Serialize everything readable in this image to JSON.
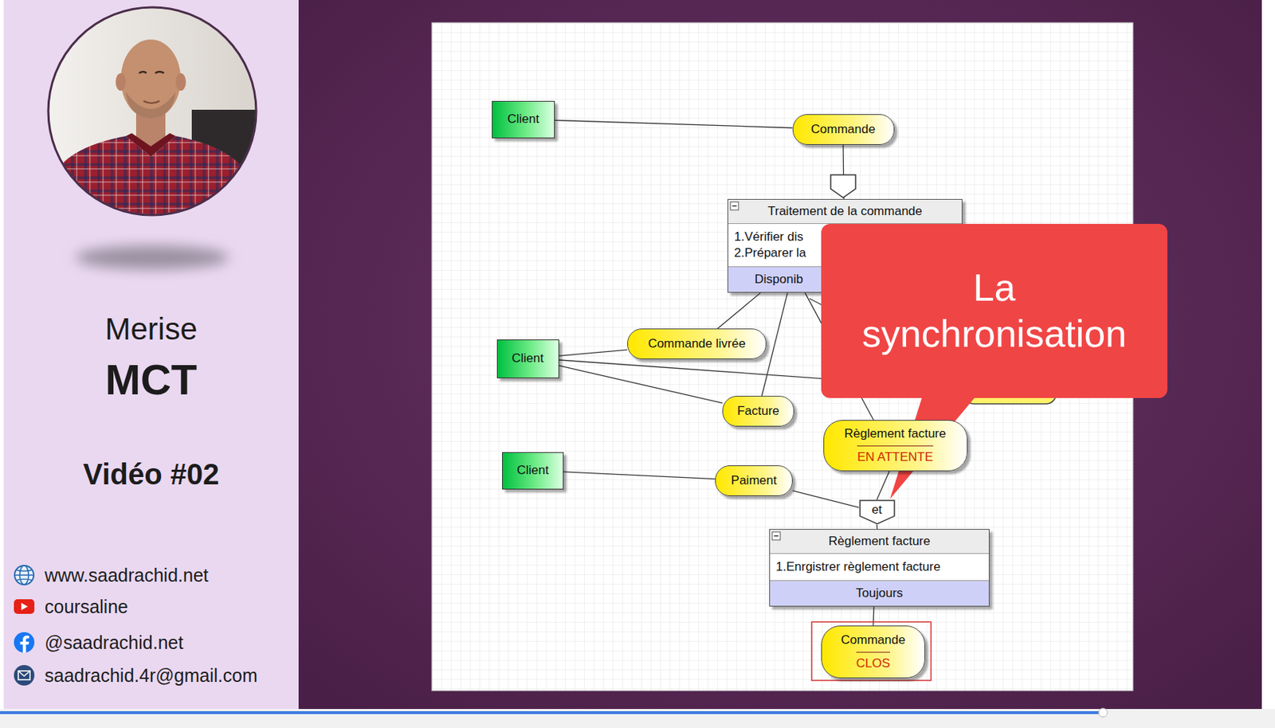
{
  "diagram": {
    "nodes": [
      {
        "text": [
          "Client"
        ]
      },
      {
        "text": [
          "Commande"
        ]
      },
      {
        "text": [
          "Traitement de la commande",
          "1.Vérifier dis",
          "2.Préparer la",
          "Disponib"
        ]
      },
      {
        "text": [
          "La synchronisation"
        ]
      },
      {
        "text": [
          "Client"
        ]
      },
      {
        "text": [
          "Commande livrée"
        ]
      },
      {
        "text": [
          "Facture"
        ]
      },
      {
        "text": [
          "Règlement facture",
          "EN ATTENTE"
        ]
      },
      {
        "text": [
          "Client"
        ]
      },
      {
        "text": [
          "Paiment"
        ]
      },
      {
        "text": [
          "et"
        ]
      },
      {
        "text": [
          "Règlement facture",
          "1.Enrgistrer règlement facture",
          "Toujours"
        ]
      },
      {
        "text": [
          "Commande",
          "CLOS"
        ]
      }
    ],
    "edges": [
      {
        "from": 0,
        "to": 1,
        "arrow": "none"
      },
      {
        "from": 1,
        "to": 2,
        "arrow": "none"
      },
      {
        "from": 2,
        "to": 5,
        "arrow": "none"
      },
      {
        "from": 2,
        "to": 6,
        "arrow": "none"
      },
      {
        "from": 2,
        "to": 7,
        "arrow": "none"
      },
      {
        "from": 5,
        "to": 4,
        "arrow": "none"
      },
      {
        "from": 6,
        "to": 4,
        "arrow": "none"
      },
      {
        "from": 8,
        "to": 9,
        "arrow": "none"
      },
      {
        "from": 9,
        "to": 10,
        "arrow": "none"
      },
      {
        "from": 7,
        "to": 10,
        "arrow": "none"
      },
      {
        "from": 10,
        "to": 11,
        "arrow": "none"
      },
      {
        "from": 11,
        "to": 12,
        "arrow": "none"
      }
    ],
    "labels": [
      "Merise",
      "MCT",
      "Vidéo #02",
      "www.saadrachid.net",
      "coursaline",
      "@saadrachid.net",
      "saadrachid.4r@gmail.com"
    ]
  }
}
